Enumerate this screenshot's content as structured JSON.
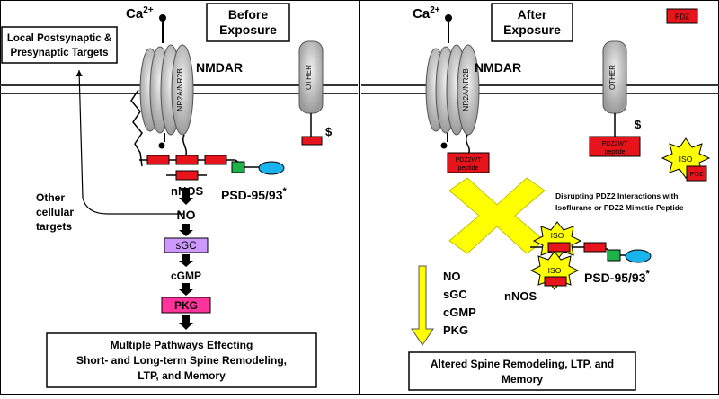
{
  "left": {
    "calcium": "Ca",
    "calcium_charge": "2+",
    "phase_label_line1": "Before",
    "phase_label_line2": "Exposure",
    "local_targets_line1": "Local Postsynaptic &",
    "local_targets_line2": "Presynaptic Targets",
    "nmdar_label": "NMDAR",
    "receptor_subunit": "NR2A/NR2B",
    "other_receptor": "OTHER",
    "dollar_mark": "$",
    "nnos_label": "nNOS",
    "psd_label": "PSD-95/93",
    "psd_star": "*",
    "other_targets_line1": "Other",
    "other_targets_line2": "cellular",
    "other_targets_line3": "targets",
    "no_label": "NO",
    "sgc_label": "sGC",
    "cgmp_label": "cGMP",
    "pkg_label": "PKG",
    "outcome_line1": "Multiple Pathways Effecting",
    "outcome_line2": "Short- and Long-term Spine Remodeling,",
    "outcome_line3": "LTP, and Memory"
  },
  "right": {
    "calcium": "Ca",
    "calcium_charge": "2+",
    "phase_label_line1": "After",
    "phase_label_line2": "Exposure",
    "pdz_tag": "PDZ",
    "nmdar_label": "NMDAR",
    "receptor_subunit": "NR2A/NR2B",
    "other_receptor": "OTHER",
    "dollar_mark": "$",
    "peptide_line1": "PDZ2WT",
    "peptide_line2": "peptide",
    "iso_label": "ISO",
    "pdz_label": "PDZ",
    "disrupt_line1": "Disrupting PDZ2 Interactions with",
    "disrupt_line2": "Isoflurane or PDZ2 Mimetic Peptide",
    "nnos_label": "nNOS",
    "psd_label": "PSD-95/93",
    "psd_star": "*",
    "signal_list": [
      "NO",
      "sGC",
      "cGMP",
      "PKG"
    ],
    "outcome_line1": "Altered Spine Remodeling, LTP, and",
    "outcome_line2": "Memory"
  },
  "colors": {
    "pdz_red": "#e8141b",
    "psd_green": "#1db34a",
    "psd_blue": "#19b3ee",
    "sgc_purple": "#cc99ff",
    "pkg_pink": "#ff3399",
    "block_yellow": "#ffff00",
    "receptor_gray": "#c8c8c8"
  }
}
